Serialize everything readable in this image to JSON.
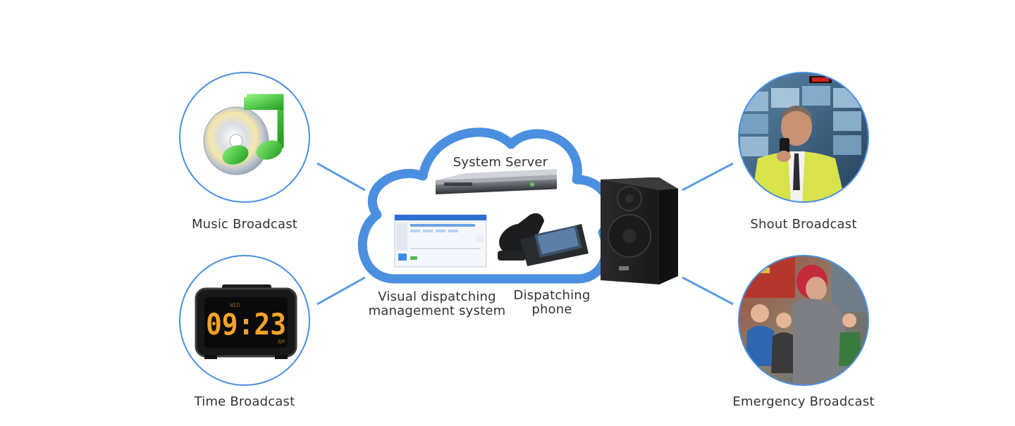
{
  "diagram": {
    "accent_color": "#4a8fe0",
    "line_color": "#5b9be6",
    "cloud": {
      "server_label": "System Server",
      "visual_label_line1": "Visual dispatching",
      "visual_label_line2": "management system",
      "phone_label_line1": "Dispatching",
      "phone_label_line2": "phone"
    },
    "nodes": [
      {
        "label": "Music Broadcast",
        "icon": "music-cd-icon"
      },
      {
        "label": "Time Broadcast",
        "icon": "alarm-clock-icon"
      },
      {
        "label": "Shout Broadcast",
        "icon": "operator-photo"
      },
      {
        "label": "Emergency Broadcast",
        "icon": "children-photo"
      }
    ],
    "clock": {
      "time": "09:23",
      "day": "WED",
      "ampm": "AM"
    },
    "speaker_icon": "speaker-icon",
    "server_icon": "rack-server-icon",
    "phone_icon": "desk-phone-icon",
    "screen_icon": "dispatch-software-screen"
  }
}
